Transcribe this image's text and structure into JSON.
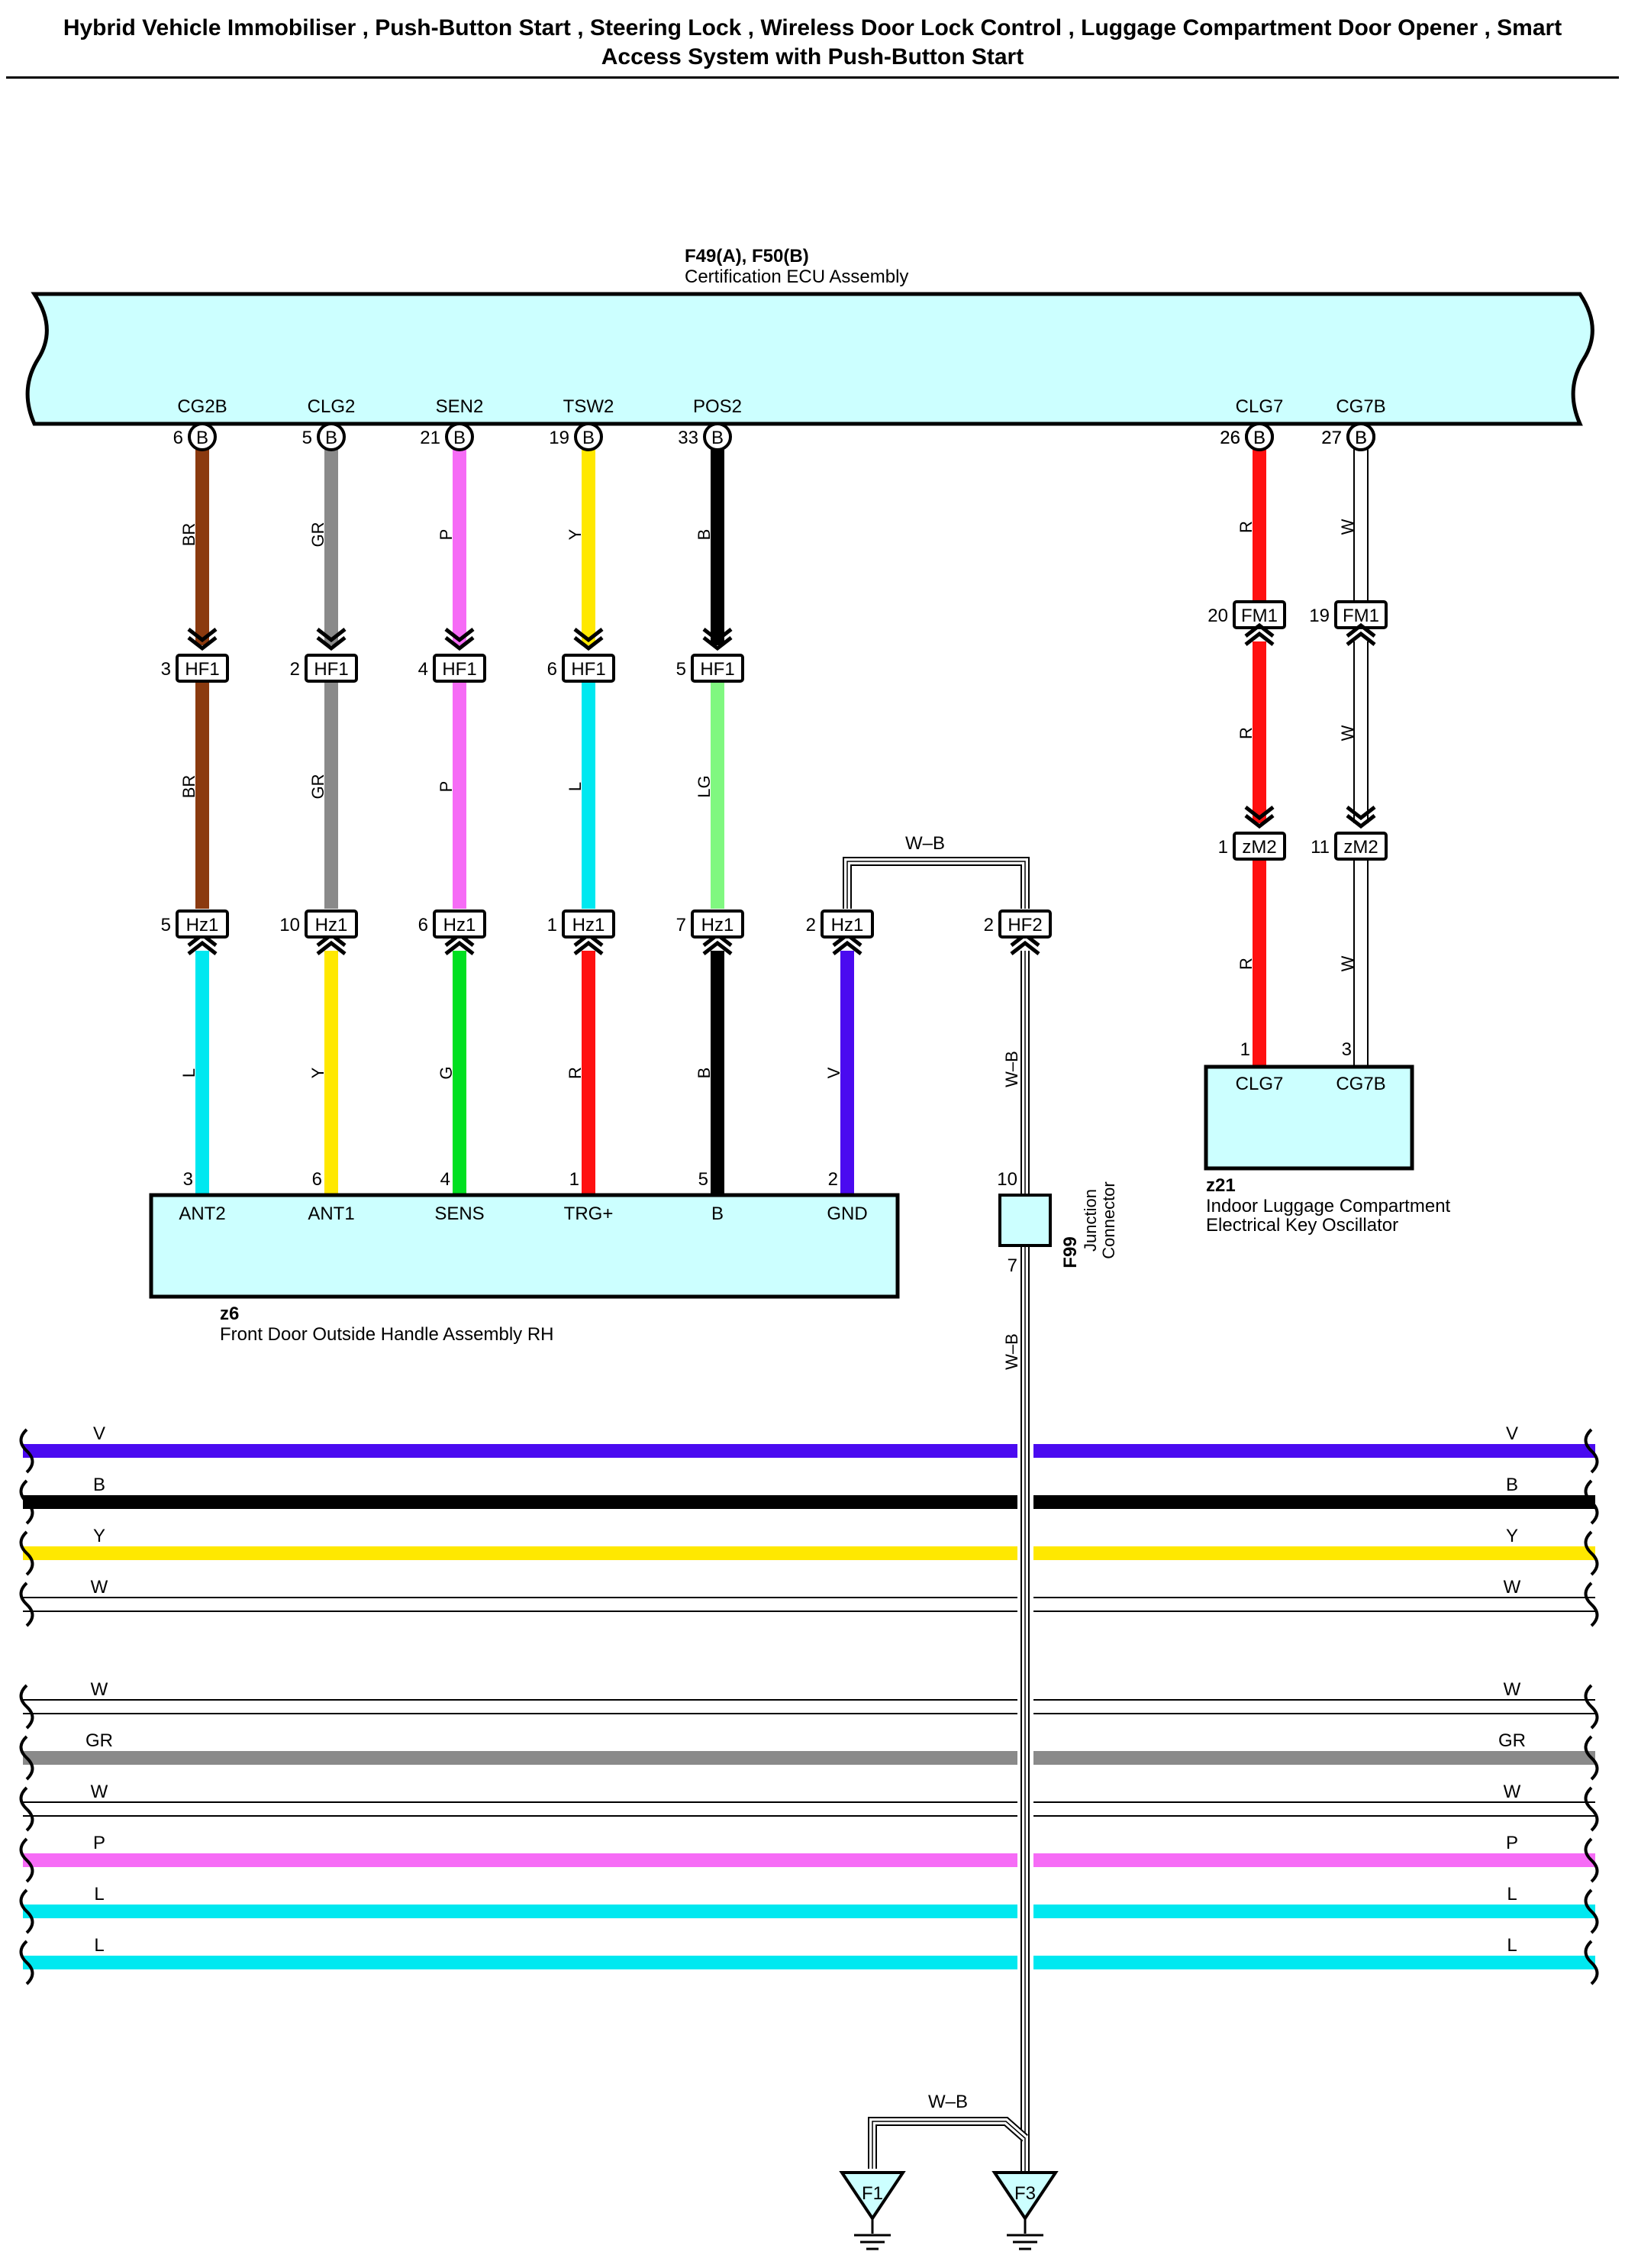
{
  "title": {
    "line1": "Hybrid Vehicle Immobiliser , Push-Button Start , Steering Lock , Wireless Door Lock Control , Luggage Compartment Door Opener , Smart",
    "line2": "Access System with Push-Button Start"
  },
  "ecu": {
    "code": "F49(A), F50(B)",
    "name": "Certification ECU Assembly"
  },
  "colors": {
    "BR": "#8B3A0F",
    "GR": "#8A8A8A",
    "P": "#F66CF6",
    "Y": "#FFE800",
    "B": "#000000",
    "L": "#00E8F0",
    "LG": "#80F880",
    "G": "#00E020",
    "R": "#FF1010",
    "V": "#4A0AF0",
    "W": "#FFFFFF",
    "fill": "#CCFFFF"
  },
  "ecu_pins": [
    {
      "label": "CG2B",
      "pin": "6",
      "conn": "B"
    },
    {
      "label": "CLG2",
      "pin": "5",
      "conn": "B"
    },
    {
      "label": "SEN2",
      "pin": "21",
      "conn": "B"
    },
    {
      "label": "TSW2",
      "pin": "19",
      "conn": "B"
    },
    {
      "label": "POS2",
      "pin": "33",
      "conn": "B"
    },
    {
      "label": "CLG7",
      "pin": "26",
      "conn": "B"
    },
    {
      "label": "CG7B",
      "pin": "27",
      "conn": "B"
    }
  ],
  "wires": [
    {
      "c1": "BR",
      "c2": "BR",
      "c3": "L",
      "hf": "HF1",
      "hf_pin": "3",
      "hz": "Hz1",
      "hz_pin": "5",
      "dev_pin": "3",
      "dev_label": "ANT2"
    },
    {
      "c1": "GR",
      "c2": "GR",
      "c3": "Y",
      "hf": "HF1",
      "hf_pin": "2",
      "hz": "Hz1",
      "hz_pin": "10",
      "dev_pin": "6",
      "dev_label": "ANT1"
    },
    {
      "c1": "P",
      "c2": "P",
      "c3": "G",
      "hf": "HF1",
      "hf_pin": "4",
      "hz": "Hz1",
      "hz_pin": "6",
      "dev_pin": "4",
      "dev_label": "SENS"
    },
    {
      "c1": "Y",
      "c2": "L",
      "c3": "R",
      "hf": "HF1",
      "hf_pin": "6",
      "hz": "Hz1",
      "hz_pin": "1",
      "dev_pin": "1",
      "dev_label": "TRG+"
    },
    {
      "c1": "B",
      "c2": "LG",
      "c3": "B",
      "hf": "HF1",
      "hf_pin": "5",
      "hz": "Hz1",
      "hz_pin": "7",
      "dev_pin": "5",
      "dev_label": "B"
    }
  ],
  "gnd_wire": {
    "hz": "Hz1",
    "hz_pin": "2",
    "color": "V",
    "dev_pin": "2",
    "dev_label": "GND"
  },
  "hf2": {
    "name": "HF2",
    "pin": "2"
  },
  "wb_label": "W–B",
  "z6": {
    "code": "z6",
    "name": "Front Door Outside Handle Assembly RH"
  },
  "f99": {
    "code": "F99",
    "line1": "Junction",
    "line2": "Connector",
    "pin_top": "10",
    "pin_bottom": "7"
  },
  "right_wires": [
    {
      "color": "R",
      "fm": "FM1",
      "fm_pin": "20",
      "zm": "zM2",
      "zm_pin": "1",
      "dev_pin": "1",
      "dev_label": "CLG7"
    },
    {
      "color": "W",
      "fm": "FM1",
      "fm_pin": "19",
      "zm": "zM2",
      "zm_pin": "11",
      "dev_pin": "3",
      "dev_label": "CG7B"
    }
  ],
  "z21": {
    "code": "z21",
    "line1": "Indoor Luggage Compartment",
    "line2": "Electrical Key Oscillator"
  },
  "bus_group1": [
    "V",
    "B",
    "Y",
    "W"
  ],
  "bus_group2": [
    "W",
    "GR",
    "W",
    "P",
    "L",
    "L"
  ],
  "grounds": [
    "F1",
    "F3"
  ]
}
